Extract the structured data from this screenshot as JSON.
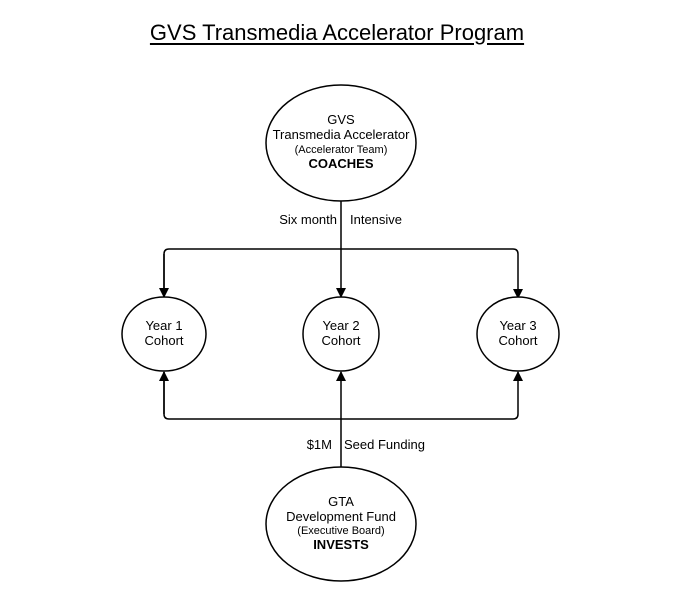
{
  "title": "GVS Transmedia Accelerator Program",
  "top_node": {
    "line1": "GVS",
    "line2": "Transmedia Accelerator",
    "line3": "(Accelerator Team)",
    "line4": "COACHES"
  },
  "top_edge_labels": {
    "left": "Six month",
    "right": "Intensive"
  },
  "cohorts": [
    {
      "line1": "Year 1",
      "line2": "Cohort"
    },
    {
      "line1": "Year 2",
      "line2": "Cohort"
    },
    {
      "line1": "Year 3",
      "line2": "Cohort"
    }
  ],
  "bottom_edge_labels": {
    "left": "$1M",
    "right": "Seed Funding"
  },
  "bottom_node": {
    "line1": "GTA",
    "line2": "Development Fund",
    "line3": "(Executive Board)",
    "line4": "INVESTS"
  }
}
